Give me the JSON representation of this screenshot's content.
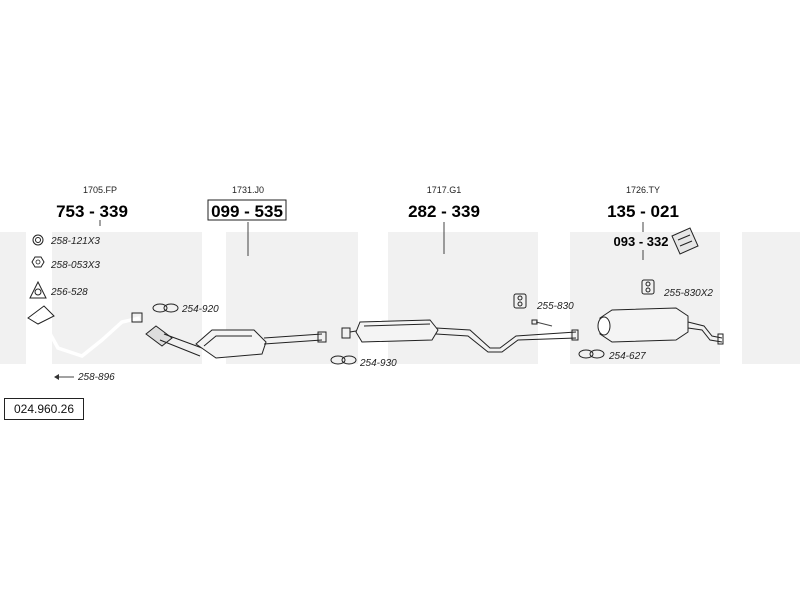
{
  "diagram_code": "024.960.26",
  "sections": [
    {
      "ref": "1705.FP",
      "part_number": "753 - 339"
    },
    {
      "ref": "1731.J0",
      "part_number": "099 - 535"
    },
    {
      "ref": "1717.G1",
      "part_number": "282 - 339"
    },
    {
      "ref": "1726.TY",
      "part_number": "135 - 021",
      "sub_part_number": "093 - 332"
    }
  ],
  "accessories": [
    {
      "label": "258-121X3",
      "icon": "ring-icon"
    },
    {
      "label": "258-053X3",
      "icon": "nut-icon"
    },
    {
      "label": "256-528",
      "icon": "gasket-icon"
    },
    {
      "label": "258-896",
      "icon": "bolt-icon"
    },
    {
      "label": "254-920",
      "icon": "clamp-icon"
    },
    {
      "label": "254-930",
      "icon": "clamp-icon"
    },
    {
      "label": "255-830",
      "icon": "hanger-icon"
    },
    {
      "label": "255-830X2",
      "icon": "hanger-icon"
    },
    {
      "label": "254-627",
      "icon": "clamp-icon"
    }
  ]
}
